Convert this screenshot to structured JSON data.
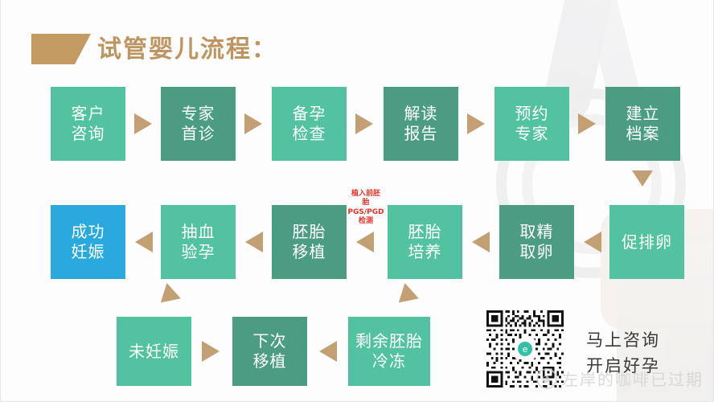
{
  "header": {
    "title": "试管婴儿流程："
  },
  "flow": {
    "row1": [
      {
        "text": "客户\n咨询",
        "tone": "light"
      },
      {
        "text": "专家\n首诊",
        "tone": "dark"
      },
      {
        "text": "备孕\n检查",
        "tone": "light"
      },
      {
        "text": "解读\n报告",
        "tone": "dark"
      },
      {
        "text": "预约\n专家",
        "tone": "light"
      },
      {
        "text": "建立\n档案",
        "tone": "dark"
      }
    ],
    "row2": [
      {
        "text": "成功\n妊娠",
        "tone": "blue"
      },
      {
        "text": "抽血\n验孕",
        "tone": "light"
      },
      {
        "text": "胚胎\n移植",
        "tone": "dark"
      },
      {
        "text": "胚胎\n培养",
        "tone": "light"
      },
      {
        "text": "取精\n取卵",
        "tone": "dark"
      },
      {
        "text": "促排卵",
        "tone": "light"
      }
    ],
    "row3": [
      {
        "text": "未妊娠",
        "tone": "light"
      },
      {
        "text": "下次\n移植",
        "tone": "dark"
      },
      {
        "text": "剩余胚胎\n冷冻",
        "tone": "light"
      }
    ],
    "annotation": "植入前胚\n胎\nPGS/PGD\n检测"
  },
  "footer": {
    "cta": "马上咨询\n开启好孕",
    "watermark": "左岸的咖啡已过期",
    "qr_center_glyph": "e"
  },
  "colors": {
    "light_green": "#52c2a0",
    "dark_green": "#4b9c83",
    "blue": "#29a9de",
    "arrow_tan": "#c3a074",
    "title_tan": "#bd9560",
    "annotation_red": "#e8332a"
  }
}
